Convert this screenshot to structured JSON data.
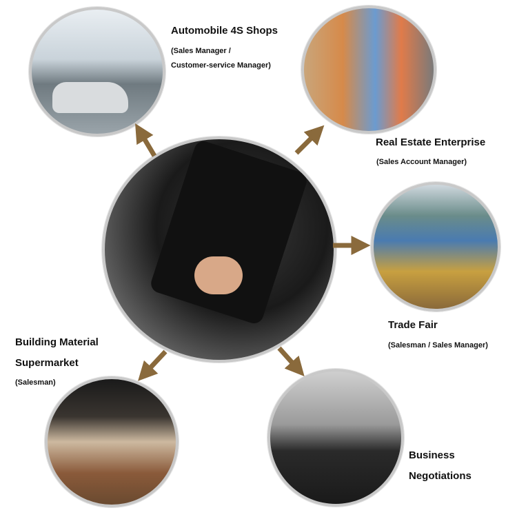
{
  "center": {
    "subject": "businessman-with-portfolio"
  },
  "nodes": [
    {
      "id": "auto",
      "title": "Automobile 4S Shops",
      "subtitle_lines": [
        "(Sales Manager /",
        "Customer-service Manager)"
      ]
    },
    {
      "id": "realestate",
      "title": "Real Estate Enterprise",
      "subtitle_lines": [
        "(Sales Account Manager)"
      ]
    },
    {
      "id": "tradefair",
      "title": "Trade Fair",
      "subtitle_lines": [
        "(Salesman / Sales Manager)"
      ]
    },
    {
      "id": "building",
      "title_lines": [
        "Building Material",
        "Supermarket"
      ],
      "subtitle_lines": [
        "(Salesman)"
      ]
    },
    {
      "id": "business",
      "title_lines": [
        "Business",
        "Negotiations"
      ]
    }
  ],
  "colors": {
    "arrow": "#8a6a3c",
    "ring": "#c9c9c9",
    "text": "#111111"
  }
}
